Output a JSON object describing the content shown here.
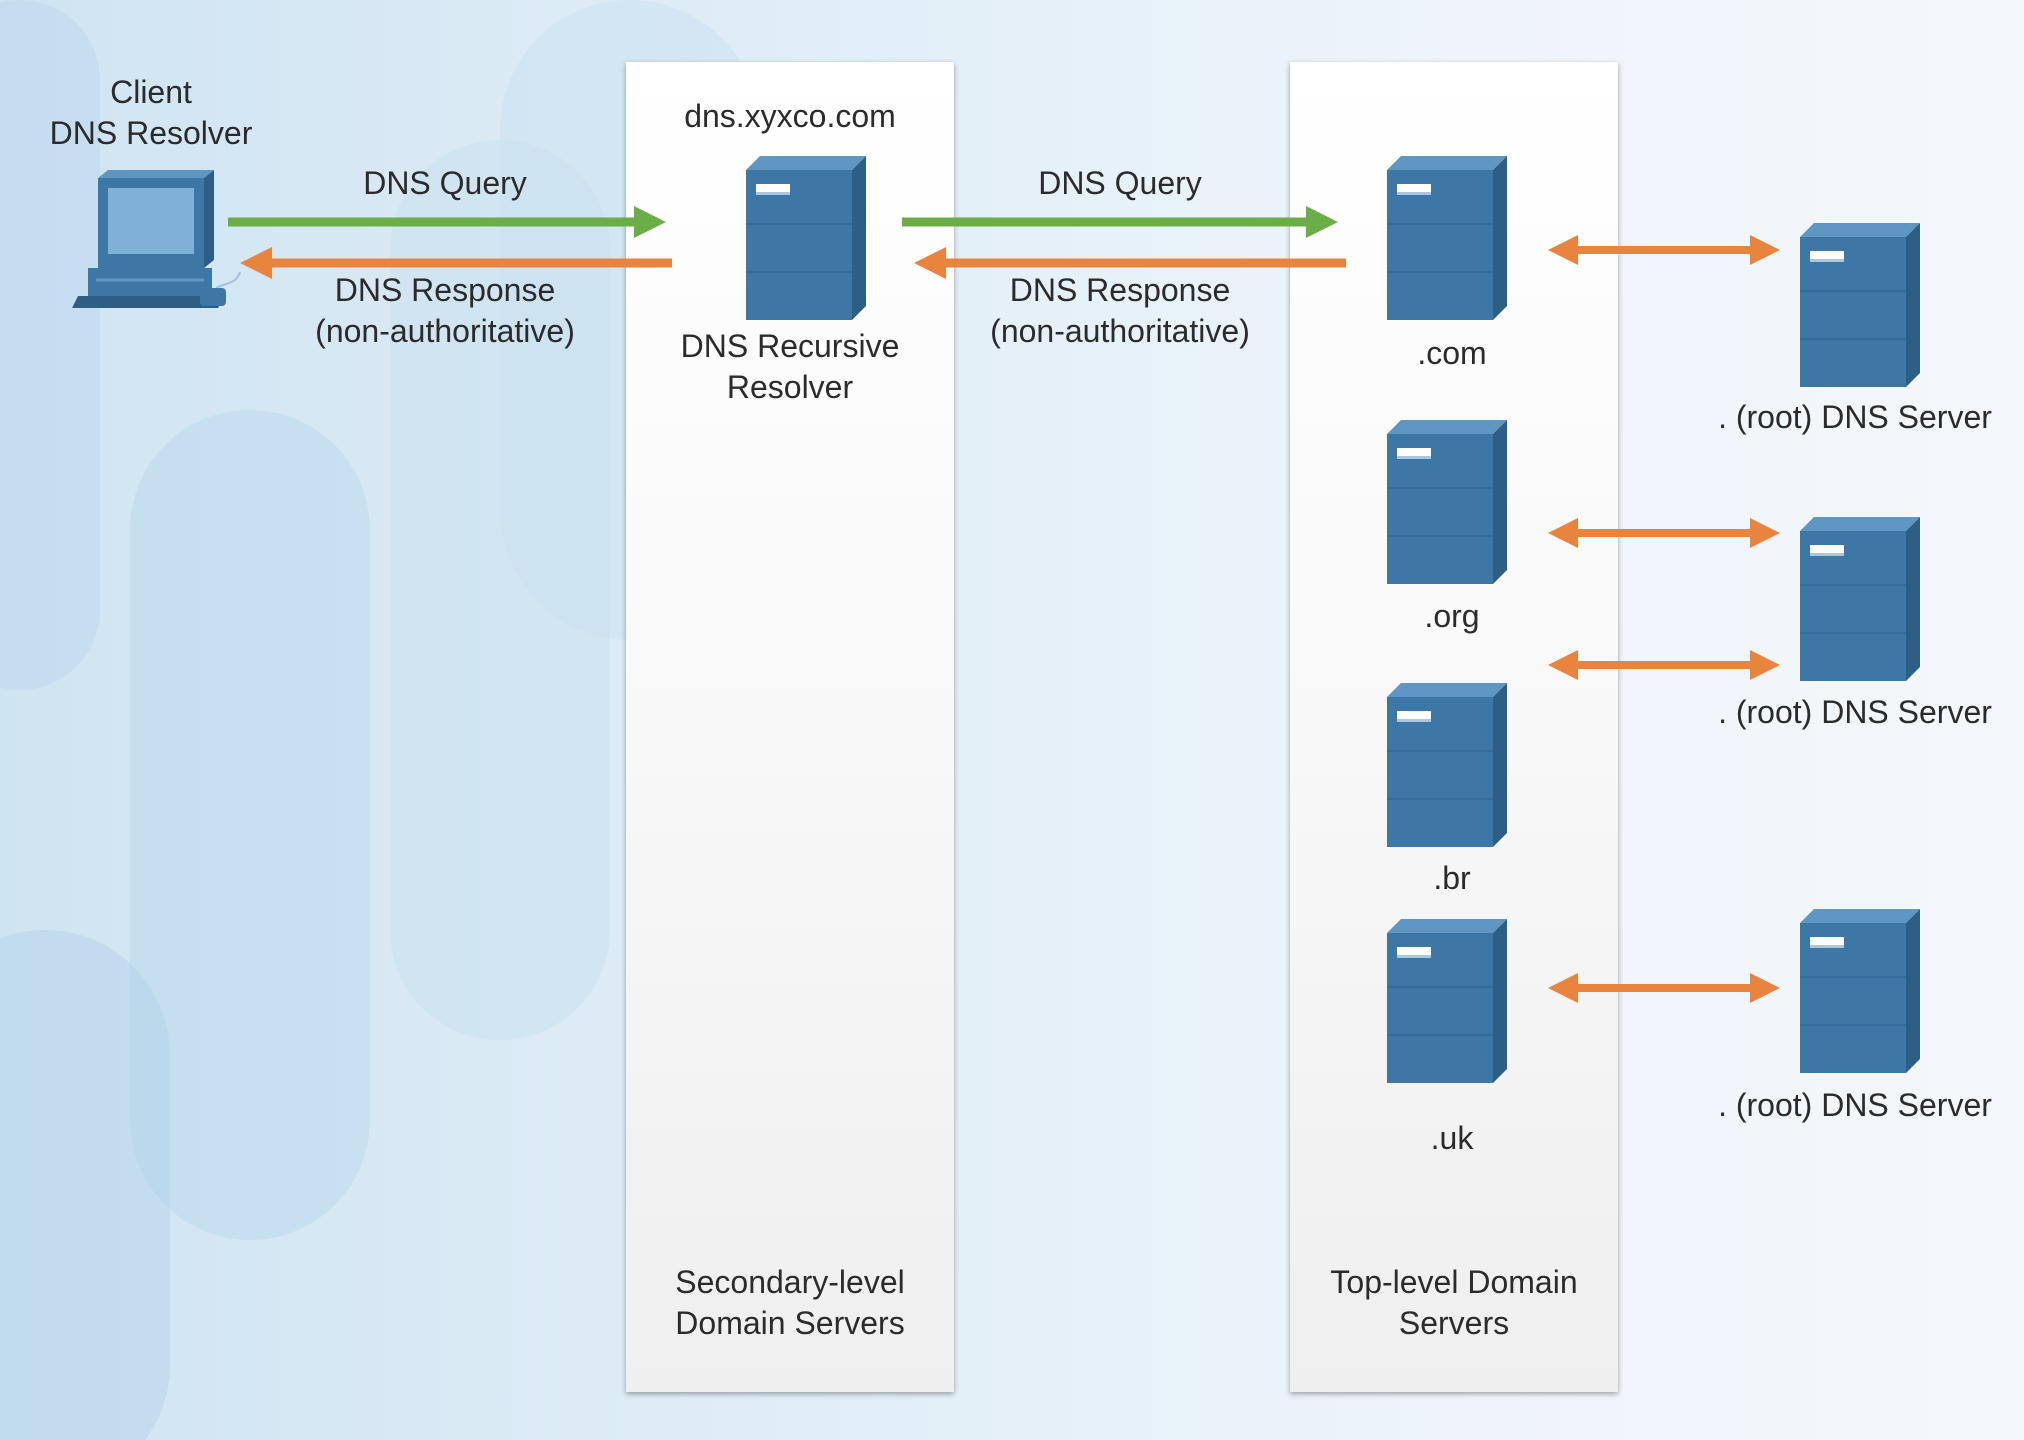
{
  "client": {
    "title_line1": "Client",
    "title_line2": "DNS Resolver"
  },
  "link1": {
    "query_label": "DNS Query",
    "response_line1": "DNS Response",
    "response_line2": "(non-authoritative)"
  },
  "link2": {
    "query_label": "DNS Query",
    "response_line1": "DNS Response",
    "response_line2": "(non-authoritative)"
  },
  "secondary_panel": {
    "host_name": "dns.xyxco.com",
    "server_line1": "DNS Recursive",
    "server_line2": "Resolver",
    "footer_line1": "Secondary-level",
    "footer_line2": "Domain Servers"
  },
  "top_level_panel": {
    "tld_servers": [
      ".com",
      ".org",
      ".br",
      ".uk"
    ],
    "footer_line1": "Top-level Domain",
    "footer_line2": "Servers"
  },
  "root_servers": [
    ". (root) DNS Server",
    ". (root) DNS Server",
    ". (root) DNS Server"
  ],
  "colors": {
    "query_arrow": "#6aae45",
    "response_arrow": "#e8843d",
    "server_front": "#3d77a6",
    "server_side": "#2d5e86",
    "server_top": "#5f97c2"
  }
}
